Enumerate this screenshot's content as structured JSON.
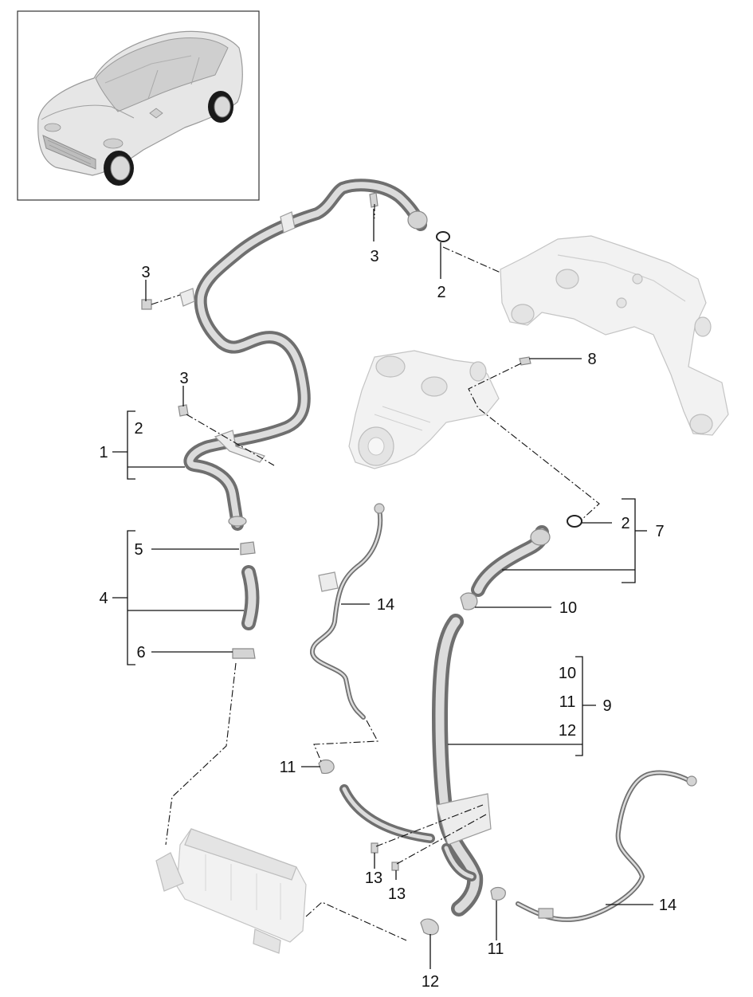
{
  "callouts": [
    {
      "id": "hose-upper-3a",
      "text": "3"
    },
    {
      "id": "oring-2a",
      "text": "2"
    },
    {
      "id": "bolt-3b",
      "text": "3"
    },
    {
      "id": "bolt-3c",
      "text": "3"
    },
    {
      "id": "bolt-8",
      "text": "8"
    },
    {
      "id": "group-1",
      "text": "1"
    },
    {
      "id": "group-1-sub-2",
      "text": "2"
    },
    {
      "id": "oring-2b",
      "text": "2"
    },
    {
      "id": "group-7",
      "text": "7"
    },
    {
      "id": "clamp-5",
      "text": "5"
    },
    {
      "id": "group-4",
      "text": "4"
    },
    {
      "id": "line-14a",
      "text": "14"
    },
    {
      "id": "clamp-10",
      "text": "10"
    },
    {
      "id": "clamp-6",
      "text": "6"
    },
    {
      "id": "group-9-sub-10",
      "text": "10"
    },
    {
      "id": "group-9-sub-11",
      "text": "11"
    },
    {
      "id": "group-9",
      "text": "9"
    },
    {
      "id": "group-9-sub-12",
      "text": "12"
    },
    {
      "id": "clamp-11a",
      "text": "11"
    },
    {
      "id": "bolt-13a",
      "text": "13"
    },
    {
      "id": "bolt-13b",
      "text": "13"
    },
    {
      "id": "line-14b",
      "text": "14"
    },
    {
      "id": "clamp-11b",
      "text": "11"
    },
    {
      "id": "clamp-12",
      "text": "12"
    }
  ],
  "colors": {
    "background": "#ffffff",
    "line": "#111111",
    "part_fill": "#ececec",
    "part_shade": "#6f6f6f",
    "ghost_part": "#f2f2f2"
  }
}
